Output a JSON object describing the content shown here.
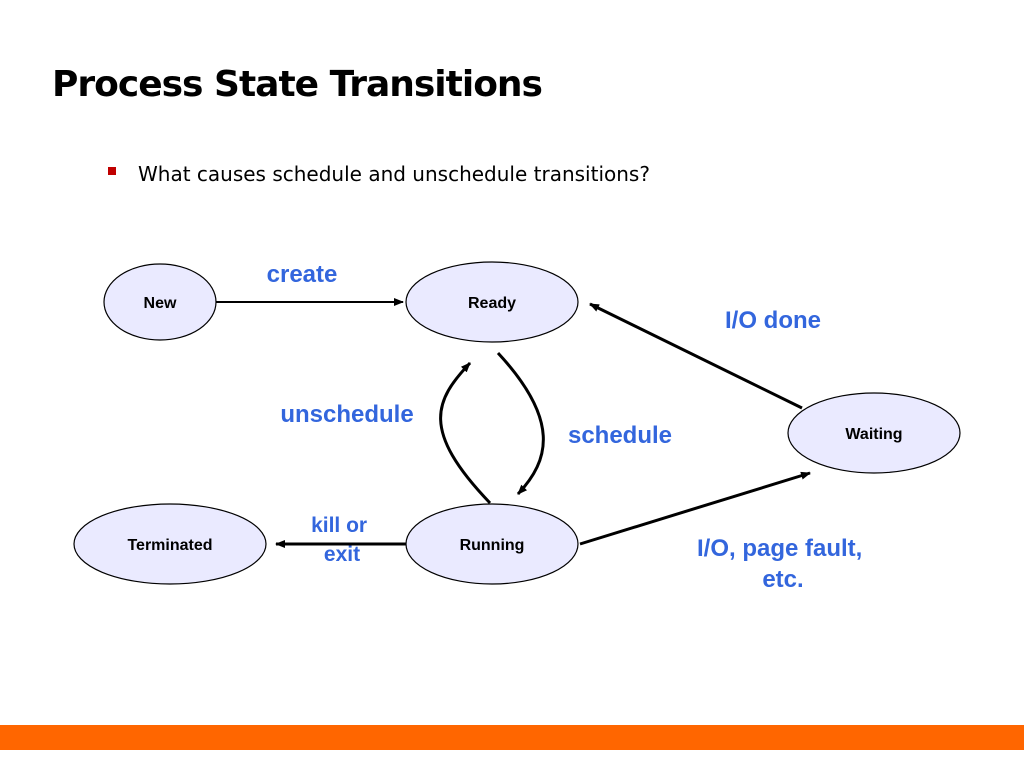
{
  "slide": {
    "title": "Process State Transitions",
    "bullet": "What causes schedule and unschedule transitions?"
  },
  "states": {
    "new": "New",
    "ready": "Ready",
    "waiting": "Waiting",
    "terminated": "Terminated",
    "running": "Running"
  },
  "transitions": {
    "create": "create",
    "io_done": "I/O done",
    "unschedule": "unschedule",
    "schedule": "schedule",
    "kill_or_exit": [
      "kill or",
      "exit"
    ],
    "io_page_fault": [
      "I/O, page fault,",
      "etc."
    ]
  },
  "colors": {
    "bullet": "#c00000",
    "edge_label": "#3366dd",
    "node_fill": "#eaeaff",
    "footer": "#ff6600"
  }
}
